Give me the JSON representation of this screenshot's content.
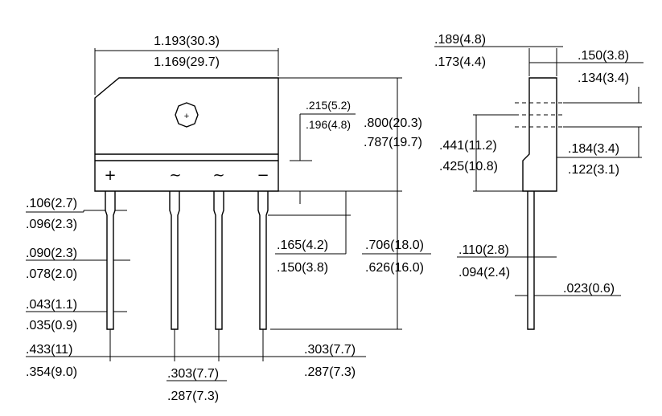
{
  "dimensions": {
    "body_width_max": "1.193(30.3)",
    "body_width_min": "1.169(29.7)",
    "body_height_max": ".800(20.3)",
    "body_height_min": ".787(19.7)",
    "lead_offset_max": ".215(5.2)",
    "lead_offset_min": ".196(4.8)",
    "lead_length_max": ".706(18.0)",
    "lead_length_min": ".626(16.0)",
    "standoff_max": ".165(4.2)",
    "standoff_min": ".150(3.8)",
    "lead_wide_max": ".106(2.7)",
    "lead_wide_min": ".096(2.3)",
    "lead_mid_max": ".090(2.3)",
    "lead_mid_min": ".078(2.0)",
    "lead_tip_max": ".043(1.1)",
    "lead_tip_min": ".035(0.9)",
    "first_pitch_max": ".433(11)",
    "first_pitch_min": ".354(9.0)",
    "pitch_a_max": ".303(7.7)",
    "pitch_a_min": ".287(7.3)",
    "pitch_b_max": ".303(7.7)",
    "pitch_b_min": ".287(7.3)",
    "side_thick_max": ".189(4.8)",
    "side_thick_min": ".173(4.4)",
    "side_top_max": ".150(3.8)",
    "side_top_min": ".134(3.4)",
    "side_hole_max": ".441(11.2)",
    "side_hole_min": ".425(10.8)",
    "side_step_max": ".184(3.4)",
    "side_step_min": ".122(3.1)",
    "side_lead_w_max": ".110(2.8)",
    "side_lead_w_min": ".094(2.4)",
    "side_lead_t": ".023(0.6)"
  },
  "pin_marks": [
    "+",
    "~",
    "~",
    "−"
  ]
}
